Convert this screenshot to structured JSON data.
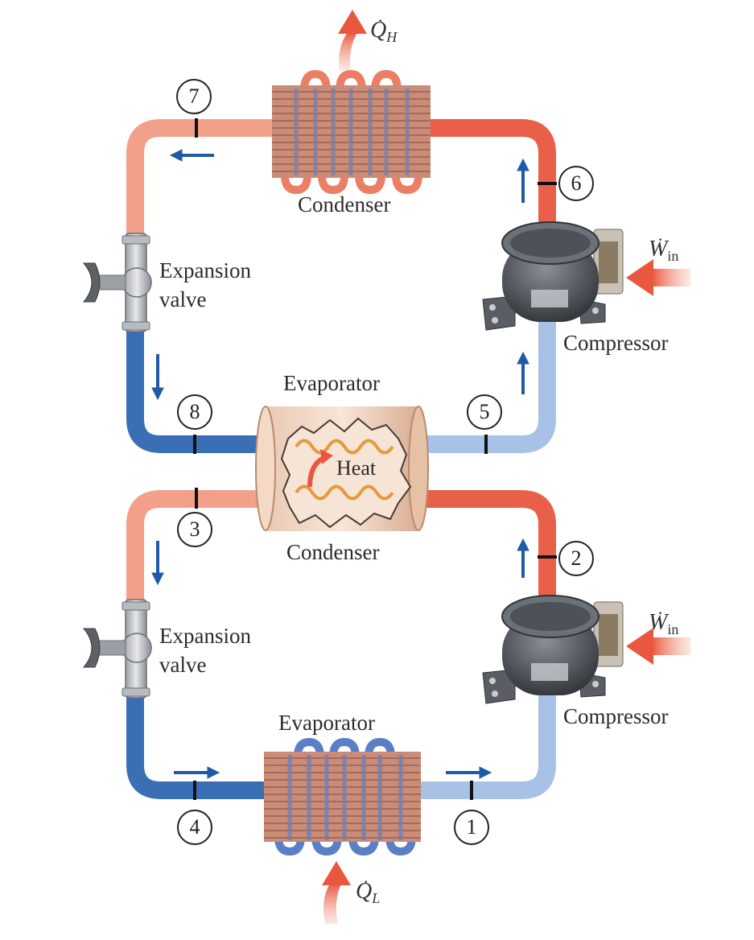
{
  "labels": {
    "top_condenser": "Condenser",
    "top_evaporator": "Evaporator",
    "middle_condenser": "Condenser",
    "bottom_evaporator": "Evaporator",
    "expansion_valve_top": "Expansion\nvalve",
    "expansion_valve_bottom": "Expansion\nvalve",
    "compressor_top": "Compressor",
    "compressor_bottom": "Compressor",
    "heat": "Heat"
  },
  "heat_flows": {
    "q_high": {
      "symbol": "Q",
      "sub": "H"
    },
    "q_low": {
      "symbol": "Q",
      "sub": "L"
    },
    "w_in_top": {
      "symbol": "W",
      "sub": "in"
    },
    "w_in_bottom": {
      "symbol": "W",
      "sub": "in"
    }
  },
  "state_points": [
    "1",
    "2",
    "3",
    "4",
    "5",
    "6",
    "7",
    "8"
  ],
  "colors": {
    "hot_pipe": "#ef7a6a",
    "hot_pipe_light": "#f5a793",
    "cold_pipe": "#3a6fb5",
    "cold_pipe_light": "#9ab8e3",
    "flow_arrow": "#1f5aa6",
    "heat_arrow": "#e9593f"
  }
}
